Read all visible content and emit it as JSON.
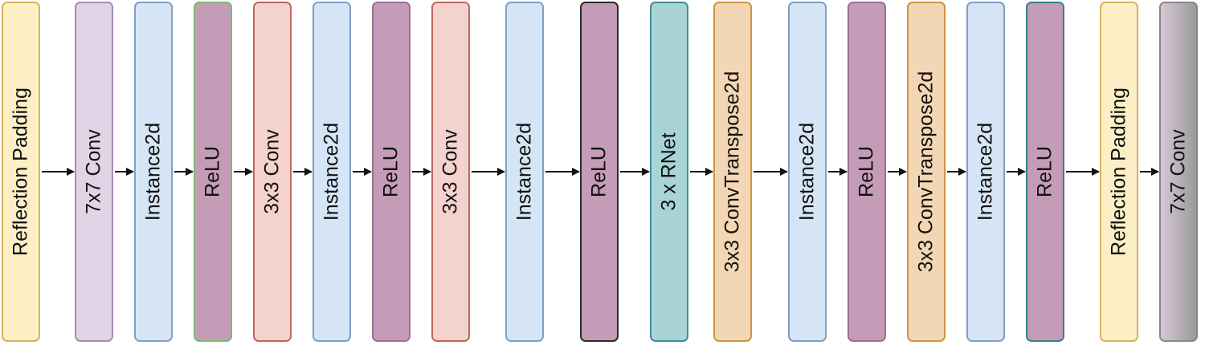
{
  "blocks": [
    {
      "label": "Reflection Padding",
      "fill": "#fcefc6",
      "border": "#d8b35a"
    },
    {
      "label": "7x7 Conv",
      "fill": "#e2d3e6",
      "border": "#a78bb8"
    },
    {
      "label": "Instance2d",
      "fill": "#d6e5f6",
      "border": "#7f9fc4"
    },
    {
      "label": "ReLU",
      "fill": "#c59cb8",
      "border": "#7fb86f"
    },
    {
      "label": "3x3 Conv",
      "fill": "#f4d3cf",
      "border": "#c0655c"
    },
    {
      "label": "Instance2d",
      "fill": "#d6e5f6",
      "border": "#7f9fc4"
    },
    {
      "label": "ReLU",
      "fill": "#c59cb8",
      "border": "#9a6f92"
    },
    {
      "label": "3x3 Conv",
      "fill": "#f4d3cf",
      "border": "#c0655c"
    },
    {
      "label": "Instance2d",
      "fill": "#d6e5f6",
      "border": "#7f9fc4"
    },
    {
      "label": "ReLU",
      "fill": "#c59cb8",
      "border": "#2b2b2b"
    },
    {
      "label": "3 x RNet",
      "fill": "#a9d4d6",
      "border": "#3d8f97"
    },
    {
      "label": "3x3 ConvTranspose2d",
      "fill": "#f3d6b3",
      "border": "#cf9440"
    },
    {
      "label": "Instance2d",
      "fill": "#d6e5f6",
      "border": "#7f9fc4"
    },
    {
      "label": "ReLU",
      "fill": "#c59cb8",
      "border": "#9a6f92"
    },
    {
      "label": "3x3 ConvTranspose2d",
      "fill": "#f3d6b3",
      "border": "#cf9440"
    },
    {
      "label": "Instance2d",
      "fill": "#d6e5f6",
      "border": "#7f9fc4"
    },
    {
      "label": "ReLU",
      "fill": "#c59cb8",
      "border": "#3d7f86"
    },
    {
      "label": "Reflection Padding",
      "fill": "#fcefc6",
      "border": "#d8b35a"
    },
    {
      "label": "7x7 Conv",
      "fill": "#d8c8d6",
      "border": "#888888",
      "gradient_to": "#9a9a9a"
    }
  ],
  "arrow_color": "#111111"
}
